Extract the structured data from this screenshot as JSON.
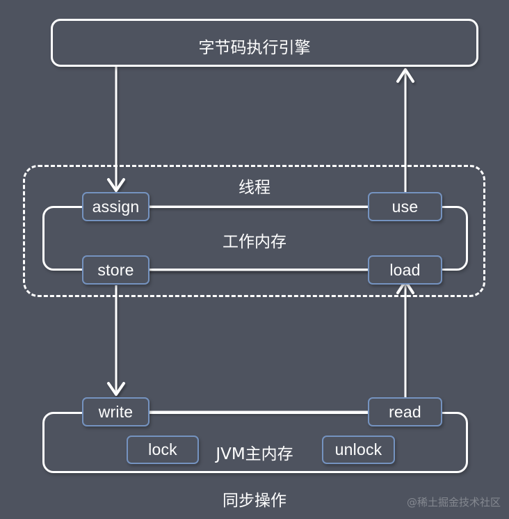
{
  "diagram": {
    "title_box": {
      "label": "字节码执行引擎"
    },
    "thread_region": {
      "label": "线程",
      "working_memory_label": "工作内存",
      "nodes": {
        "assign": "assign",
        "use": "use",
        "store": "store",
        "load": "load"
      }
    },
    "main_memory_region": {
      "label": "JVM主内存",
      "caption": "同步操作",
      "nodes": {
        "write": "write",
        "read": "read",
        "lock": "lock",
        "unlock": "unlock"
      }
    },
    "watermark": "@稀土掘金技术社区",
    "colors": {
      "background": "#4e535f",
      "node_border": "#7593c0",
      "container_border": "#ffffff",
      "text": "#ffffff",
      "connector": "#ffffff"
    }
  }
}
